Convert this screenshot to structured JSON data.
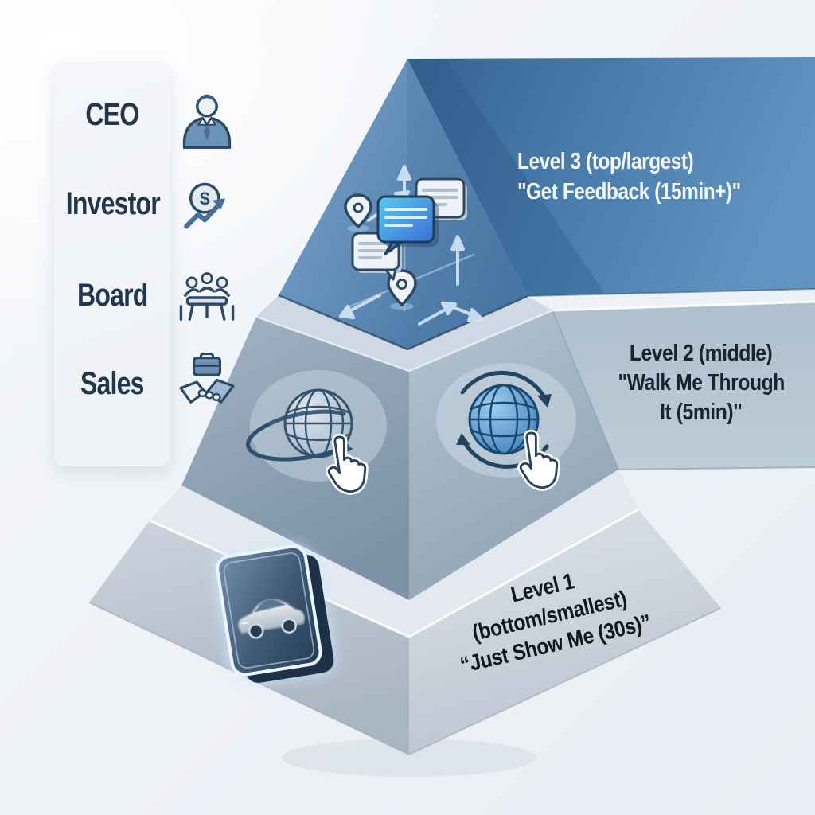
{
  "sidebar": {
    "items": [
      {
        "label": "CEO",
        "icon": "businessman-icon"
      },
      {
        "label": "Investor",
        "icon": "investment-growth-icon"
      },
      {
        "label": "Board",
        "icon": "board-meeting-icon"
      },
      {
        "label": "Sales",
        "icon": "handshake-icon"
      }
    ]
  },
  "levels": {
    "level3": {
      "name_line": "Level 3 (top/largest)",
      "quote_line": "\"Get Feedback (15min+)\"",
      "icon": "feedback-chat-bubbles-icon",
      "color": "#4a7dab"
    },
    "level2": {
      "name_line": "Level 2 (middle)",
      "quote_line1": "\"Walk Me Through",
      "quote_line2": "It (5min)\"",
      "icons": [
        "globe-pointer-icon",
        "globe-rotation-pointer-icon"
      ],
      "color": "#b3c2cf"
    },
    "level1": {
      "name_line": "Level 1",
      "sub_line": "(bottom/smallest)",
      "quote_line": "“Just Show Me (30s)”",
      "icon": "car-demo-icon",
      "color": "#ccd5de"
    }
  },
  "colors": {
    "apex_blue": "#4a7dab",
    "band3_dark": "#3a6897",
    "band3_light": "#5e8fbd",
    "tier2_face": "#93a7ba",
    "band2": "#b6c4d1",
    "tier1_face": "#c6cfd9",
    "navy_outline": "#2c4964",
    "text_dark": "#1a2430",
    "text_light": "#f3f8fc"
  }
}
